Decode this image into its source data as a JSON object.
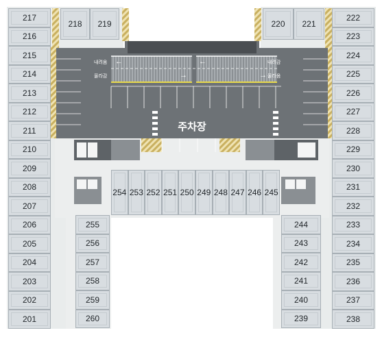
{
  "map": {
    "title": "주차장",
    "ramp_labels": {
      "left_down": "내려옴",
      "left_up": "올라감",
      "right_down": "내려감",
      "right_up": "올라옴"
    },
    "colors": {
      "background": "#ffffff",
      "parking": "#6d7276",
      "unit": "#d8dde1",
      "corridor": "#eceeee",
      "hatch": "#d7c178",
      "lane_marking": "#ffffff",
      "ramp_edge": "#e8d94a"
    },
    "units": {
      "left_outer": [
        "217",
        "216",
        "215",
        "214",
        "213",
        "212",
        "211",
        "210",
        "209",
        "208",
        "207",
        "206",
        "205",
        "204",
        "203",
        "202",
        "201"
      ],
      "top_left_pair": [
        "218",
        "219"
      ],
      "top_right_pair": [
        "220",
        "221"
      ],
      "right_outer": [
        "222",
        "223",
        "224",
        "225",
        "226",
        "227",
        "228",
        "229",
        "230",
        "231",
        "232",
        "233",
        "234",
        "235",
        "236",
        "237",
        "238"
      ],
      "center_row": [
        "254",
        "253",
        "252",
        "251",
        "250",
        "249",
        "248",
        "247",
        "246",
        "245"
      ],
      "left_inner": [
        "255",
        "256",
        "257",
        "258",
        "259",
        "260"
      ],
      "right_inner": [
        "244",
        "243",
        "242",
        "241",
        "240",
        "239"
      ]
    }
  }
}
